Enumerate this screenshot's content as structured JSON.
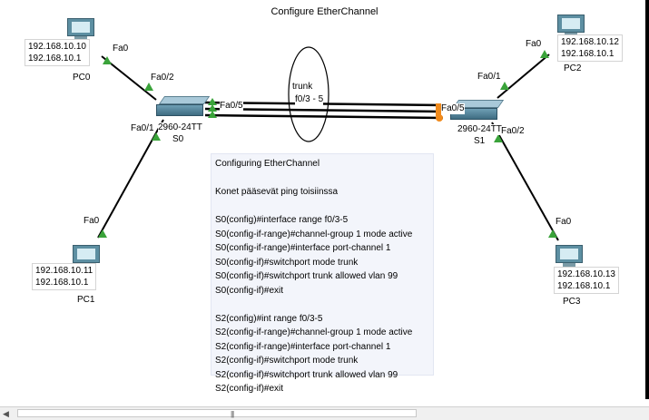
{
  "title": "Configure EtherChannel",
  "trunk_label": "trunk",
  "trunk_ports": "f0/3 - 5",
  "devices": {
    "pc0": {
      "name": "PC0",
      "ip": "192.168.10.10",
      "gw": "192.168.10.1",
      "port": "Fa0"
    },
    "pc1": {
      "name": "PC1",
      "ip": "192.168.10.11",
      "gw": "192.168.10.1",
      "port": "Fa0"
    },
    "pc2": {
      "name": "PC2",
      "ip": "192.168.10.12",
      "gw": "192.168.10.1",
      "port": "Fa0"
    },
    "pc3": {
      "name": "PC3",
      "ip": "192.168.10.13",
      "gw": "192.168.10.1",
      "port": "Fa0"
    },
    "s0": {
      "model": "2960-24TT",
      "name": "S0",
      "port_pc0": "Fa0/2",
      "port_pc1": "Fa0/1",
      "port_trunk": "Fa0/5"
    },
    "s1": {
      "model": "2960-24TT",
      "name": "S1",
      "port_pc2": "Fa0/1",
      "port_pc3": "Fa0/2",
      "port_trunk": "Fa0/5"
    }
  },
  "note": {
    "heading": "Configuring EtherChannel",
    "subtitle": "Konet pääsevät ping toisiinssa",
    "s0_lines": [
      "S0(config)#interface range f0/3-5",
      "S0(config-if-range)#channel-group 1 mode active",
      "S0(config-if-range)#interface port-channel 1",
      "S0(config-if)#switchport mode trunk",
      "S0(config-if)#switchport trunk allowed vlan 99",
      "S0(config-if)#exit"
    ],
    "s2_lines": [
      "S2(config)#int range f0/3-5",
      "S2(config-if-range)#channel-group 1 mode active",
      "S2(config-if-range)#interface port-channel 1",
      "S2(config-if)#switchport mode trunk",
      "S2(config-if)#switchport trunk allowed vlan 99",
      "S2(config-if)#exit"
    ]
  },
  "colors": {
    "link": "#000000",
    "up": "#3aa33a",
    "orange": "#f08a1c",
    "note_bg": "#f3f5fb"
  }
}
